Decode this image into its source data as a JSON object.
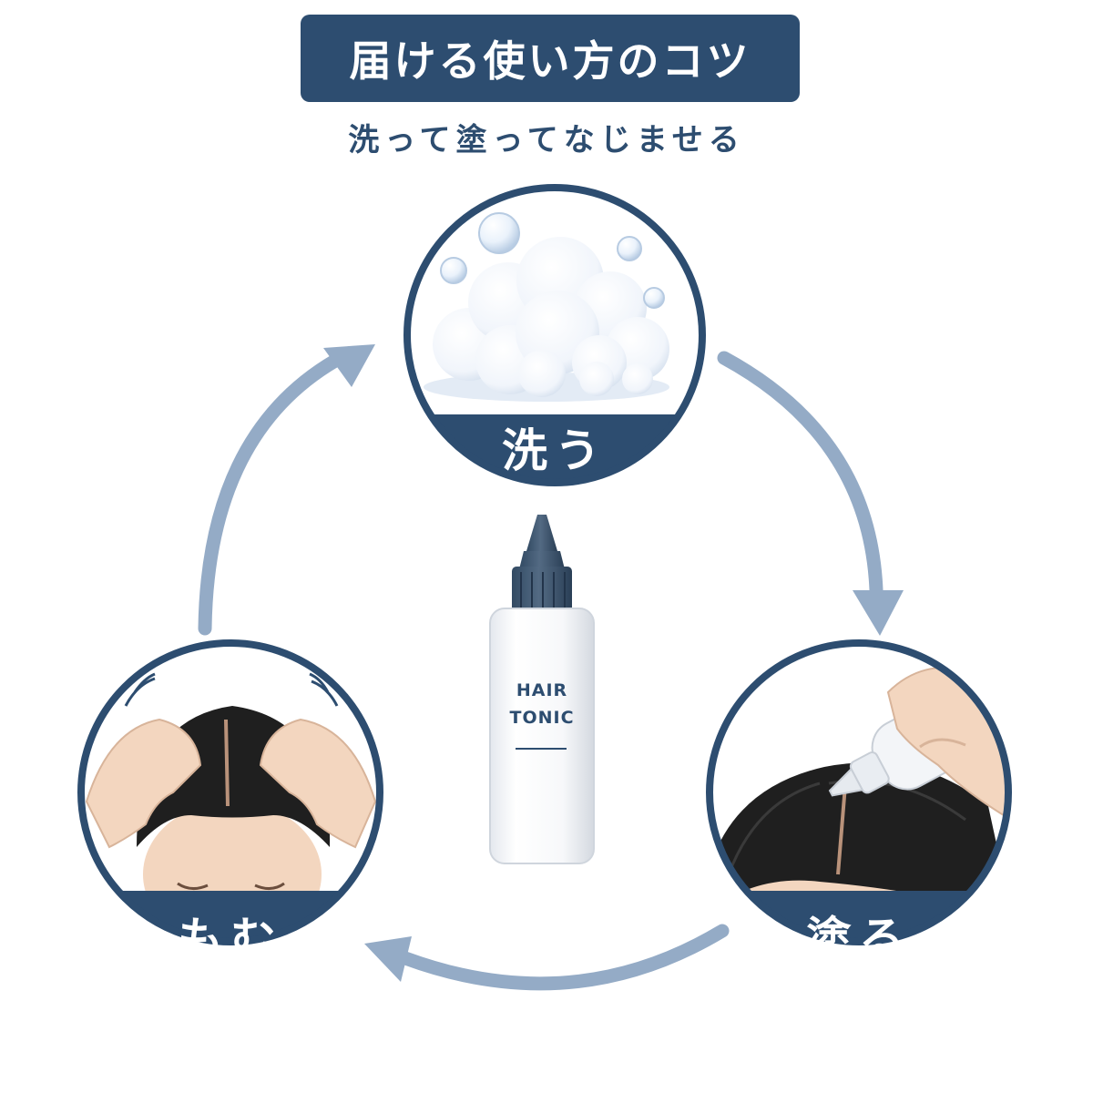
{
  "header": {
    "title": "届ける使い方のコツ",
    "subtitle": "洗って塗ってなじませる"
  },
  "steps": [
    {
      "label": "洗う",
      "icon": "foam-bubbles-icon"
    },
    {
      "label": "塗る",
      "icon": "apply-tonic-scalp-icon"
    },
    {
      "label": "もむ",
      "icon": "scalp-massage-icon"
    }
  ],
  "product": {
    "label_line1": "HAIR",
    "label_line2": "TONIC"
  },
  "colors": {
    "navy": "#2d4d70",
    "arrow": "#94abc6",
    "hair": "#1f1f1f",
    "skin": "#f3d6bf"
  }
}
